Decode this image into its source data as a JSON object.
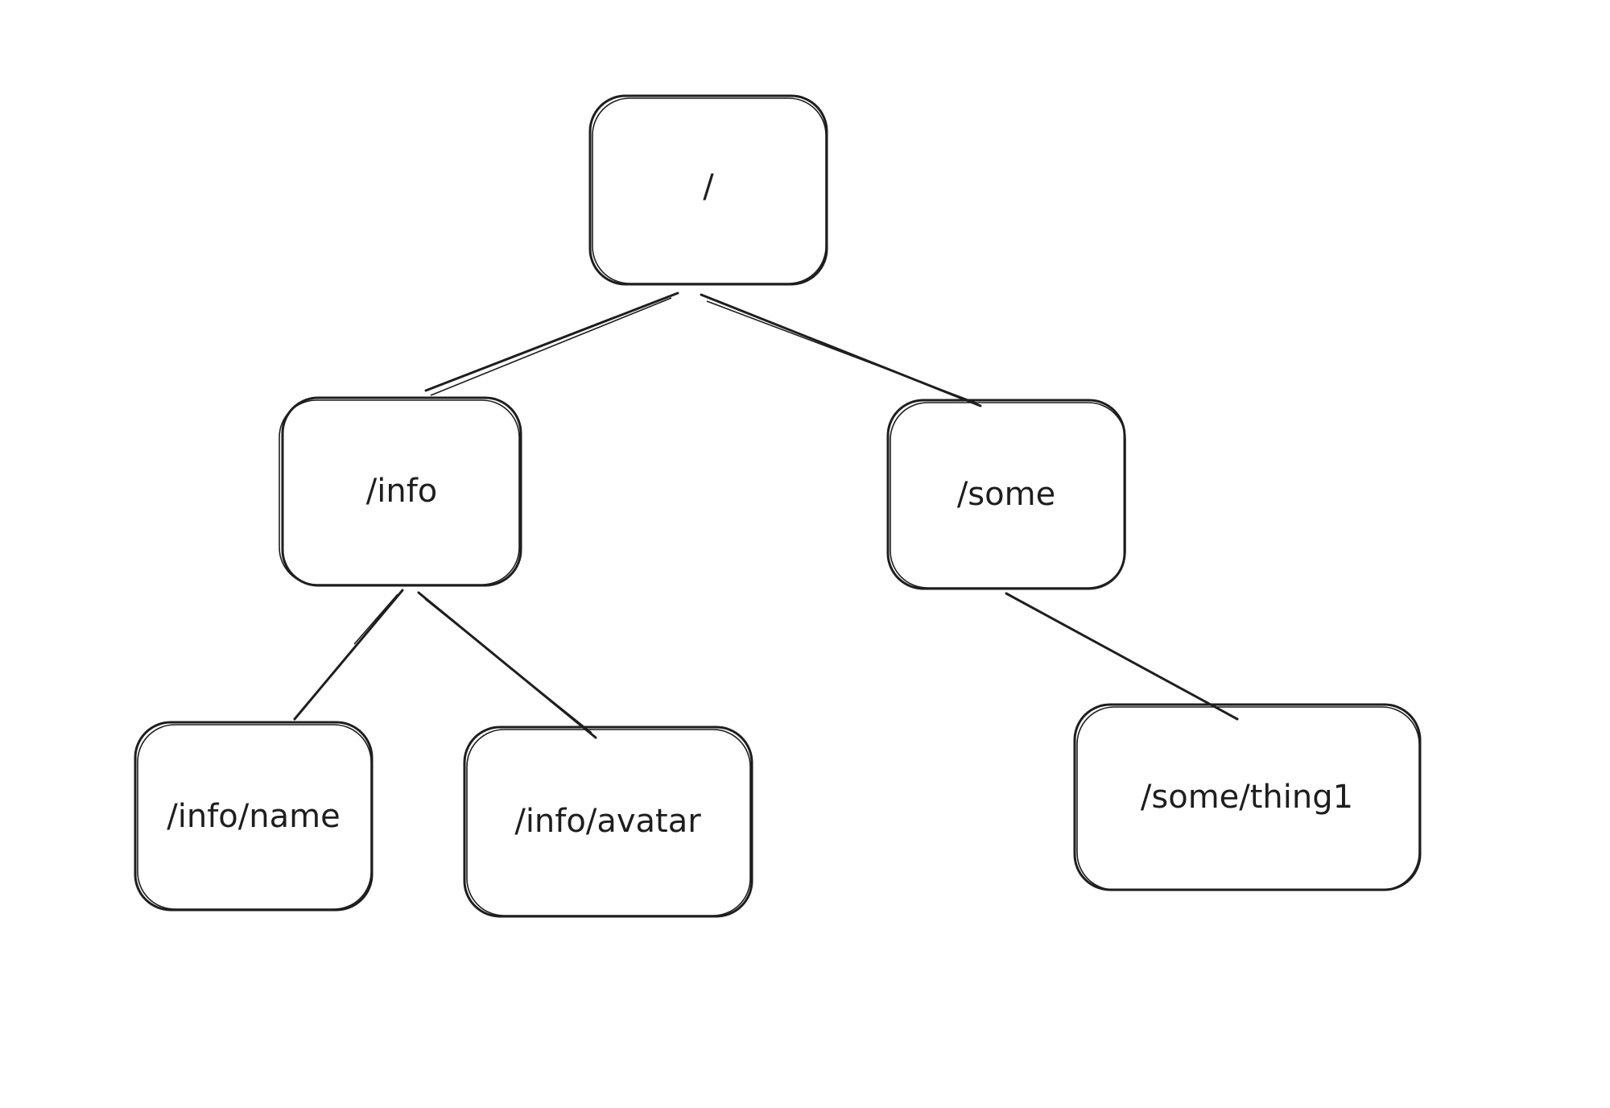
{
  "diagram": {
    "type": "tree",
    "nodes": [
      {
        "id": "root",
        "label": "/"
      },
      {
        "id": "info",
        "label": "/info"
      },
      {
        "id": "some",
        "label": "/some"
      },
      {
        "id": "info-name",
        "label": "/info/name"
      },
      {
        "id": "info-avatar",
        "label": "/info/avatar"
      },
      {
        "id": "some-thing1",
        "label": "/some/thing1"
      }
    ],
    "edges": [
      {
        "from": "root",
        "to": "info"
      },
      {
        "from": "root",
        "to": "some"
      },
      {
        "from": "info",
        "to": "info-name"
      },
      {
        "from": "info",
        "to": "info-avatar"
      },
      {
        "from": "some",
        "to": "some-thing1"
      }
    ]
  }
}
